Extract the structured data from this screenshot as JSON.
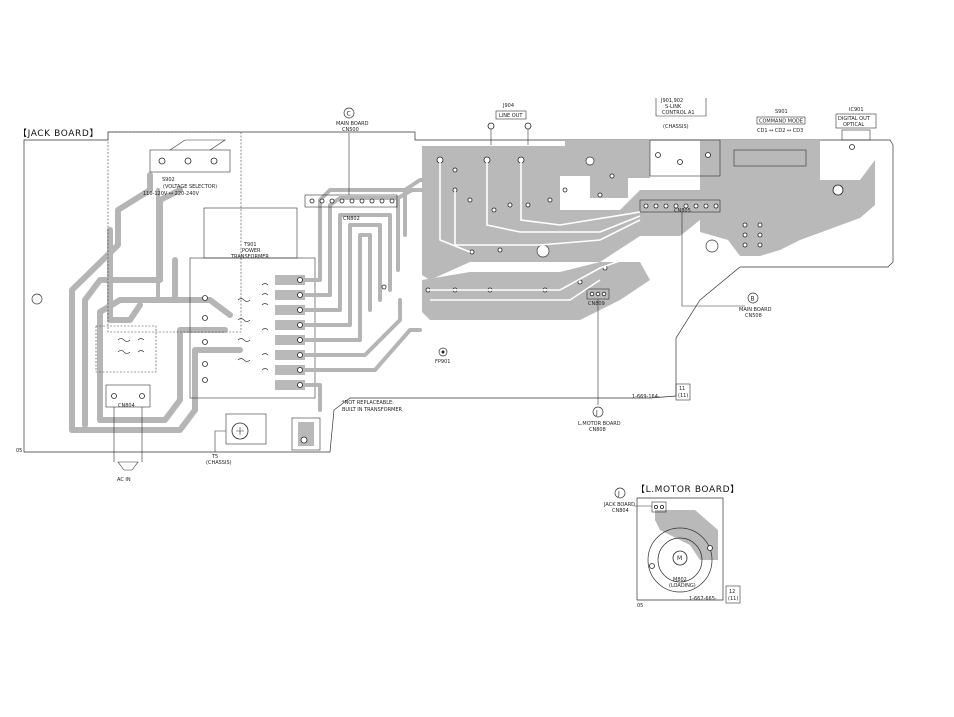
{
  "boards": {
    "jack": {
      "title": "【JACK BOARD】",
      "code": "1-669-164-",
      "sheet": [
        "11",
        "(11)"
      ],
      "corner": "05"
    },
    "lmotor": {
      "title": "【L.MOTOR BOARD】",
      "code": "1-667-665-",
      "sheet": [
        "12",
        "(11)"
      ],
      "corner": "05"
    }
  },
  "connections": {
    "main_c": {
      "letter": "C",
      "label1": "MAIN BOARD",
      "label2": "CN500"
    },
    "main_b": {
      "letter": "B",
      "label1": "MAIN BOARD",
      "label2": "CN508"
    },
    "lmotor_j": {
      "letter": "J",
      "label1": "L.MOTOR BOARD",
      "label2": "CN808"
    },
    "jack_j": {
      "letter": "J",
      "label1": "JACK BOARD",
      "label2": "CN804"
    }
  },
  "components": {
    "j904": {
      "ref": "J904",
      "label": "LINE OUT"
    },
    "j901": {
      "ref": "J901,902",
      "label1": "S-LINK",
      "label2": "CONTROL A1",
      "sub": "(CHASSIS)"
    },
    "s901": {
      "ref": "S901",
      "label1": "COMMAND MODE",
      "label2": "CD1 ↔ CD2 ↔ CD3"
    },
    "ic901": {
      "ref": "IC901",
      "label1": "DIGITAL OUT",
      "label2": "OPTICAL"
    },
    "voltage": {
      "ref": "S902",
      "label1": "(VOLTAGE SELECTOR)",
      "label2": "110-120V ↔ 220-240V"
    },
    "transformer": {
      "ref": "T901",
      "label1": "POWER",
      "label2": "TRANSFORMER"
    },
    "t5": {
      "ref": "T5",
      "label": "(CHASSIS)"
    },
    "fp901": {
      "ref": "FP901"
    },
    "cn804": {
      "ref": "CN804"
    },
    "cn802": {
      "ref": "CN802"
    },
    "cn805": {
      "ref": "CN805"
    },
    "cn809": {
      "ref": "CN809"
    },
    "m802": {
      "ref": "M802",
      "label": "(LOADING)"
    },
    "ac_in": {
      "label": "AC IN"
    },
    "note": {
      "line1": "*NOT REPLACEABLE:",
      "line2": "BUILT IN TRANSFORMER"
    }
  }
}
